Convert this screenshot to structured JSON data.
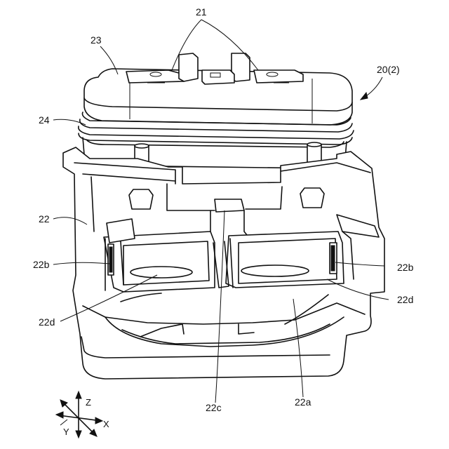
{
  "labels": {
    "l21": "21",
    "l23": "23",
    "l20": "20(2)",
    "l24": "24",
    "l22": "22",
    "l22b_left": "22b",
    "l22b_right": "22b",
    "l22d_right": "22d",
    "l22d_left": "22d",
    "l22c": "22c",
    "l22a": "22a"
  },
  "axes": {
    "z": "Z",
    "x": "X",
    "y": "Y"
  }
}
